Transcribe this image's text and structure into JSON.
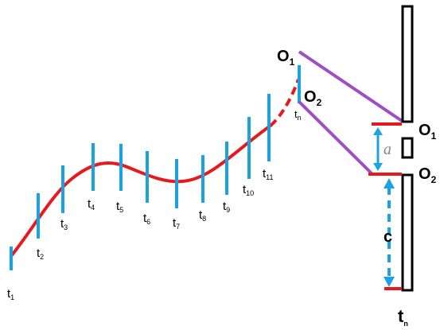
{
  "colors": {
    "curve": "#e8191d",
    "ticks": "#1aa3e0",
    "rays": "#a04ec4",
    "slit_edges": "#e8191d",
    "arrows": "#1aa3e0",
    "wall": "#000000"
  },
  "time_labels": {
    "t1": {
      "base": "t",
      "sub": "1"
    },
    "t2": {
      "base": "t",
      "sub": "2"
    },
    "t3": {
      "base": "t",
      "sub": "3"
    },
    "t4": {
      "base": "t",
      "sub": "4"
    },
    "t5": {
      "base": "t",
      "sub": "5"
    },
    "t6": {
      "base": "t",
      "sub": "6"
    },
    "t7": {
      "base": "t",
      "sub": "7"
    },
    "t8": {
      "base": "t",
      "sub": "8"
    },
    "t9": {
      "base": "t",
      "sub": "9"
    },
    "t10": {
      "base": "t",
      "sub": "10"
    },
    "t11": {
      "base": "t",
      "sub": "11"
    },
    "tn": {
      "base": "t",
      "sub": "n"
    },
    "tn_wall": {
      "base": "t",
      "sub": "n"
    }
  },
  "point_labels": {
    "o1_left": {
      "base": "O",
      "sub": "1"
    },
    "o2_left": {
      "base": "O",
      "sub": "2"
    },
    "o1_right": {
      "base": "O",
      "sub": "1"
    },
    "o2_right": {
      "base": "O",
      "sub": "2"
    }
  },
  "dimension_labels": {
    "a": "a",
    "c": "c"
  }
}
